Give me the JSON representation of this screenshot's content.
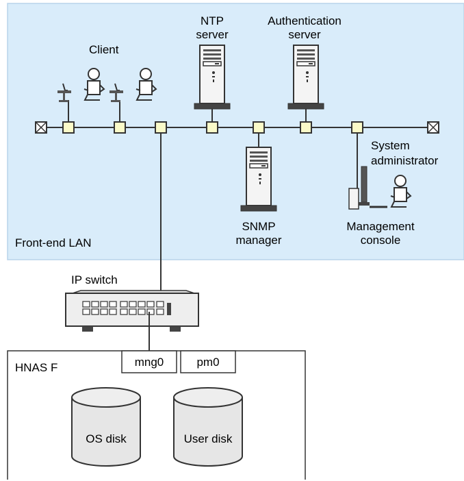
{
  "colors": {
    "lan_fill": "#d9ecfa",
    "lan_border": "#b8d4ea",
    "node_fill": "#fafac8",
    "server_body": "#f4f4f4",
    "outline": "#333333",
    "disk_fill": "#e6e6e6"
  },
  "lan": {
    "label": "Front-end LAN"
  },
  "client": {
    "label": "Client"
  },
  "ntp_server": {
    "label_line1": "NTP",
    "label_line2": "server"
  },
  "auth_server": {
    "label_line1": "Authentication",
    "label_line2": "server"
  },
  "snmp_manager": {
    "label_line1": "SNMP",
    "label_line2": "manager"
  },
  "management_console": {
    "label_line1": "Management",
    "label_line2": "console"
  },
  "system_administrator": {
    "label_line1": "System",
    "label_line2": "administrator"
  },
  "ip_switch": {
    "label": "IP switch"
  },
  "hnas": {
    "label": "HNAS F",
    "ports": [
      "mng0",
      "pm0"
    ],
    "disks": [
      "OS disk",
      "User disk"
    ]
  },
  "icons": [
    "terminator-icon",
    "network-node-icon",
    "server-tower-icon",
    "person-icon",
    "desk-terminal-icon",
    "monitor-icon",
    "switch-icon",
    "disk-cylinder-icon"
  ]
}
